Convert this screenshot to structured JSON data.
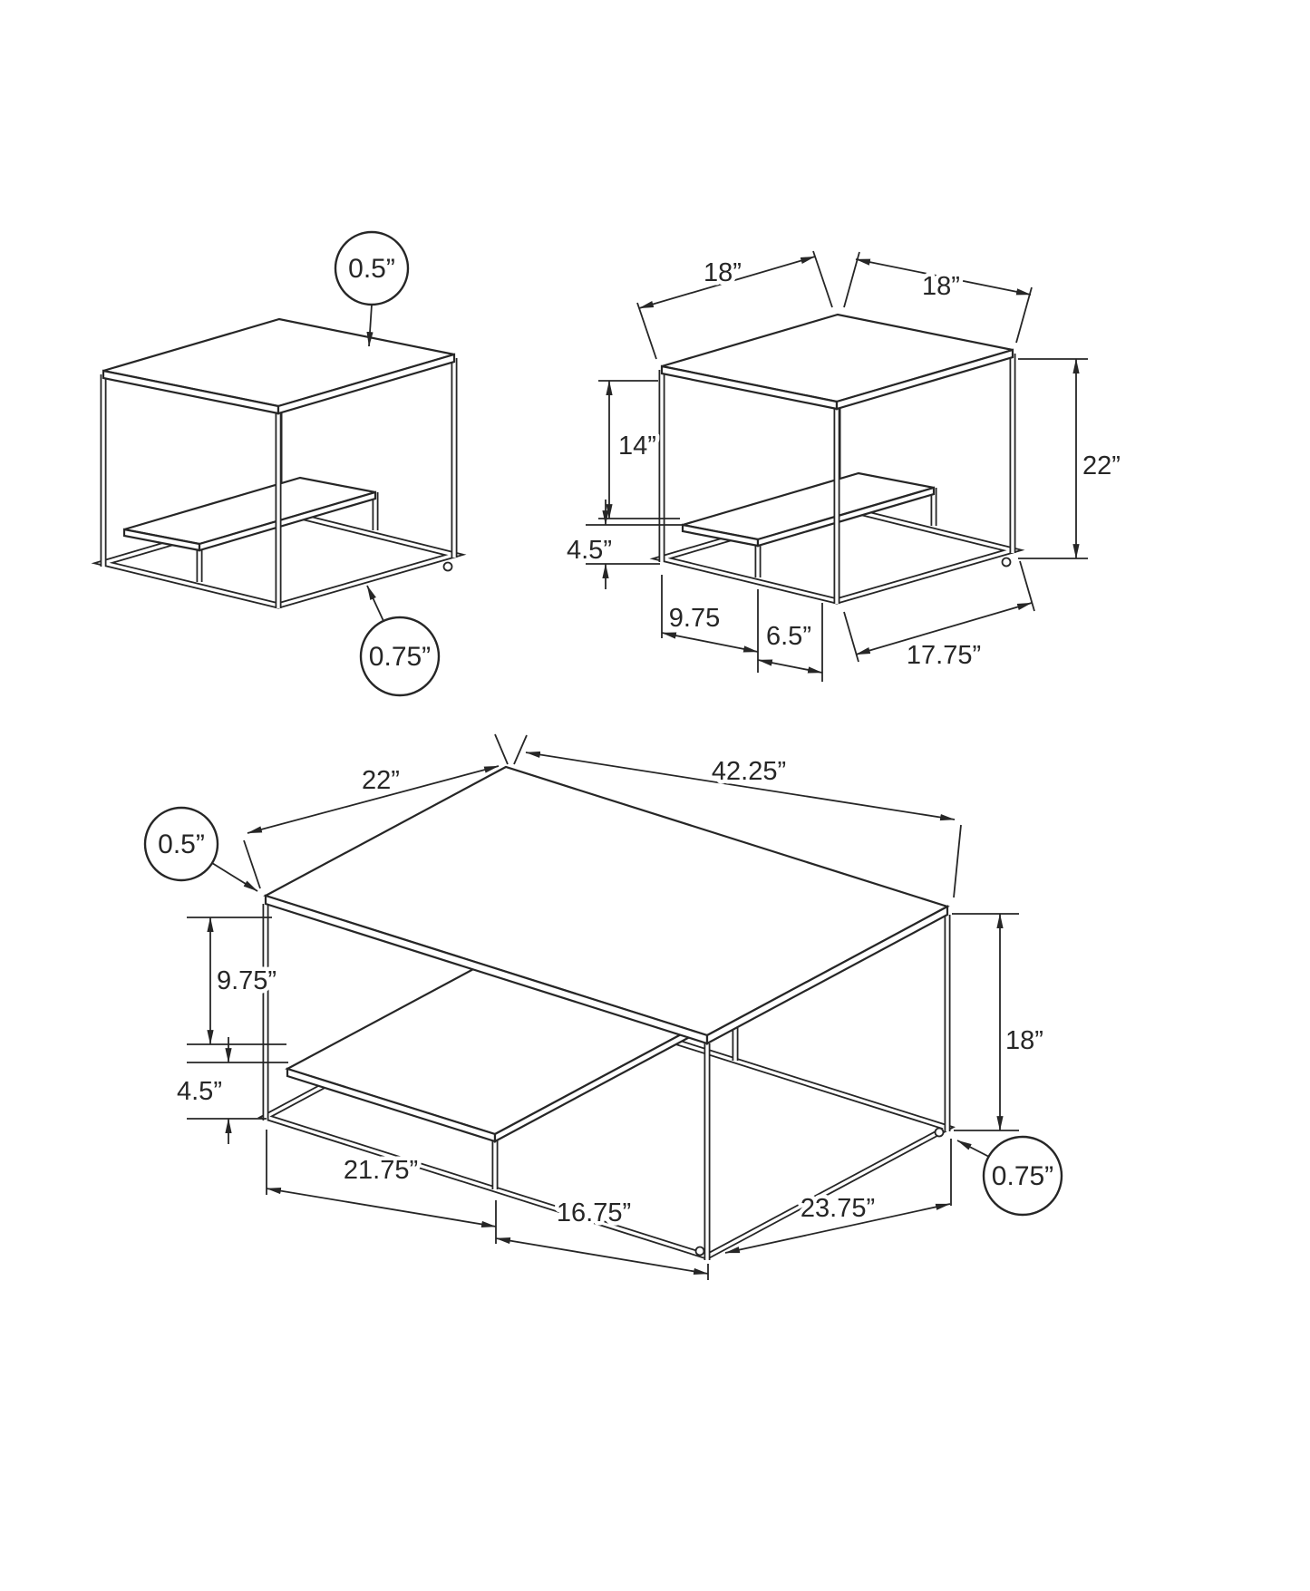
{
  "diagram": {
    "background": "#ffffff",
    "ink_color": "#262626",
    "units": "inches",
    "end_table_plain": {
      "top_thickness_callout": "0.5”",
      "frame_thickness_callout": "0.75”"
    },
    "end_table_dimensioned": {
      "top_depth": "18”",
      "top_width": "18”",
      "open_height": "14”",
      "shelf_clearance": "4.5”",
      "overall_height": "22”",
      "bottom_offset": "9.75",
      "shelf_width": "6.5”",
      "bottom_width": "17.75”"
    },
    "coffee_table": {
      "top_depth": "22”",
      "top_width": "42.25”",
      "top_thickness_callout": "0.5”",
      "open_height": "9.75”",
      "shelf_clearance": "4.5”",
      "overall_height": "18”",
      "bottom_left_segment": "21.75”",
      "bottom_mid_segment": "16.75”",
      "bottom_right_segment": "23.75”",
      "frame_thickness_callout": "0.75”"
    }
  }
}
